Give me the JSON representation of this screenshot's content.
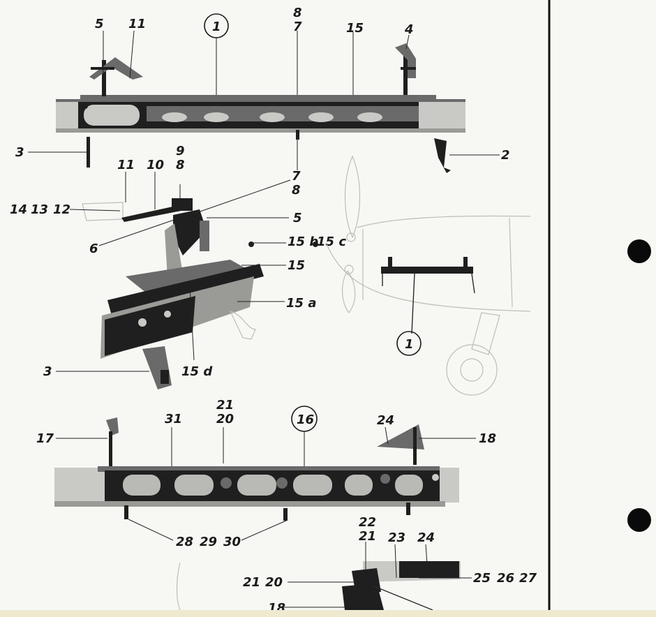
{
  "callouts": {
    "top_beam": {
      "c5": "5",
      "c11": "11",
      "c1": "1",
      "c8": "8",
      "c7": "7",
      "c15": "15",
      "c4": "4",
      "c3": "3",
      "c2": "2"
    },
    "detail": {
      "c9": "9",
      "c8a": "8",
      "c11": "11",
      "c10": "10",
      "c7": "7",
      "c8b": "8",
      "c14": "14",
      "c13": "13",
      "c12": "12",
      "c5": "5",
      "c6": "6",
      "c15b": "15 b",
      "c15c": "15 c",
      "c15": "15",
      "c15a": "15 a",
      "c3": "3",
      "c15d": "15 d"
    },
    "aircraft": {
      "c1": "1"
    },
    "lower_beam": {
      "c21": "21",
      "c20": "20",
      "c31": "31",
      "c16": "16",
      "c24": "24",
      "c17": "17",
      "c18": "18",
      "c28": "28",
      "c29": "29",
      "c30": "30"
    },
    "lower_detail": {
      "c22": "22",
      "c21": "21",
      "c23": "23",
      "c24": "24",
      "c25": "25",
      "c26": "26",
      "c27": "27",
      "c21b": "21",
      "c20": "20",
      "c18": "18"
    }
  },
  "colors": {
    "ink": "#1f1f1f",
    "paper": "#f7f7f4",
    "edge_strip": "#efe9d0"
  }
}
